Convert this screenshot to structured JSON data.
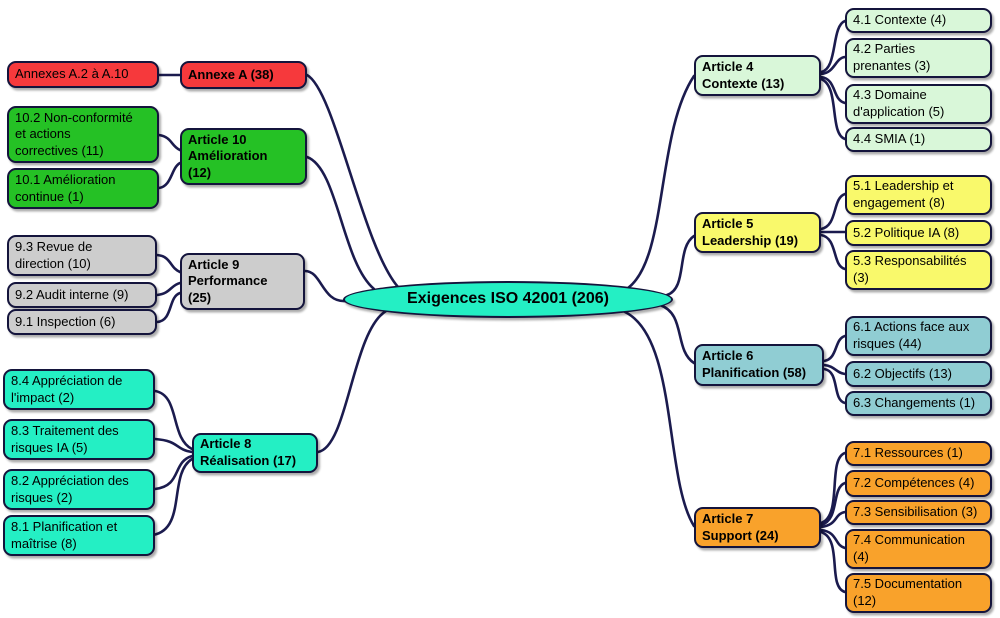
{
  "diagram": {
    "type": "mindmap",
    "root": {
      "label": "Exigences ISO 42001 (206)"
    },
    "branches": [
      {
        "id": "annexe-a",
        "label": "Annexe A (38)",
        "color": "red",
        "children": [
          {
            "label": "Annexes A.2 à A.10"
          }
        ]
      },
      {
        "id": "article-10",
        "label": "Article 10\nAmélioration\n(12)",
        "color": "green",
        "children": [
          {
            "label": "10.2 Non-conformité\net actions\ncorrectives (11)"
          },
          {
            "label": "10.1 Amélioration\ncontinue (1)"
          }
        ]
      },
      {
        "id": "article-9",
        "label": "Article 9\nPerformance\n(25)",
        "color": "gray",
        "children": [
          {
            "label": "9.3 Revue de\ndirection (10)"
          },
          {
            "label": "9.2 Audit interne (9)"
          },
          {
            "label": "9.1 Inspection (6)"
          }
        ]
      },
      {
        "id": "article-8",
        "label": "Article 8\nRéalisation (17)",
        "color": "turquoise",
        "children": [
          {
            "label": "8.4 Appréciation de\nl'impact (2)"
          },
          {
            "label": "8.3 Traitement des\nrisques IA (5)"
          },
          {
            "label": "8.2 Appréciation des\nrisques (2)"
          },
          {
            "label": "8.1 Planification et\nmaîtrise (8)"
          }
        ]
      },
      {
        "id": "article-4",
        "label": "Article 4\nContexte (13)",
        "color": "pale_green",
        "children": [
          {
            "label": "4.1 Contexte (4)"
          },
          {
            "label": "4.2 Parties\nprenantes (3)"
          },
          {
            "label": "4.3 Domaine\nd'application (5)"
          },
          {
            "label": "4.4 SMIA (1)"
          }
        ]
      },
      {
        "id": "article-5",
        "label": "Article 5\nLeadership (19)",
        "color": "yellow",
        "children": [
          {
            "label": "5.1 Leadership et\nengagement (8)"
          },
          {
            "label": "5.2 Politique IA (8)"
          },
          {
            "label": "5.3 Responsabilités\n(3)"
          }
        ]
      },
      {
        "id": "article-6",
        "label": "Article 6\nPlanification (58)",
        "color": "blue_teal",
        "children": [
          {
            "label": "6.1 Actions face aux\nrisques (44)"
          },
          {
            "label": "6.2 Objectifs (13)"
          },
          {
            "label": "6.3 Changements (1)"
          }
        ]
      },
      {
        "id": "article-7",
        "label": "Article 7\nSupport (24)",
        "color": "orange",
        "children": [
          {
            "label": "7.1 Ressources (1)"
          },
          {
            "label": "7.2 Compétences (4)"
          },
          {
            "label": "7.3 Sensibilisation (3)"
          },
          {
            "label": "7.4 Communication\n(4)"
          },
          {
            "label": "7.5 Documentation\n(12)"
          }
        ]
      }
    ],
    "colors": {
      "root": "#24efc4",
      "red": "#f6393c",
      "green": "#25c125",
      "gray": "#cdcdcd",
      "turquoise": "#24efc4",
      "pale_green": "#d9f7d9",
      "yellow": "#f9f96b",
      "blue_teal": "#90cdd3",
      "orange": "#f9a22b",
      "edge": "#1b1b4e",
      "background": "#ffffff"
    }
  }
}
